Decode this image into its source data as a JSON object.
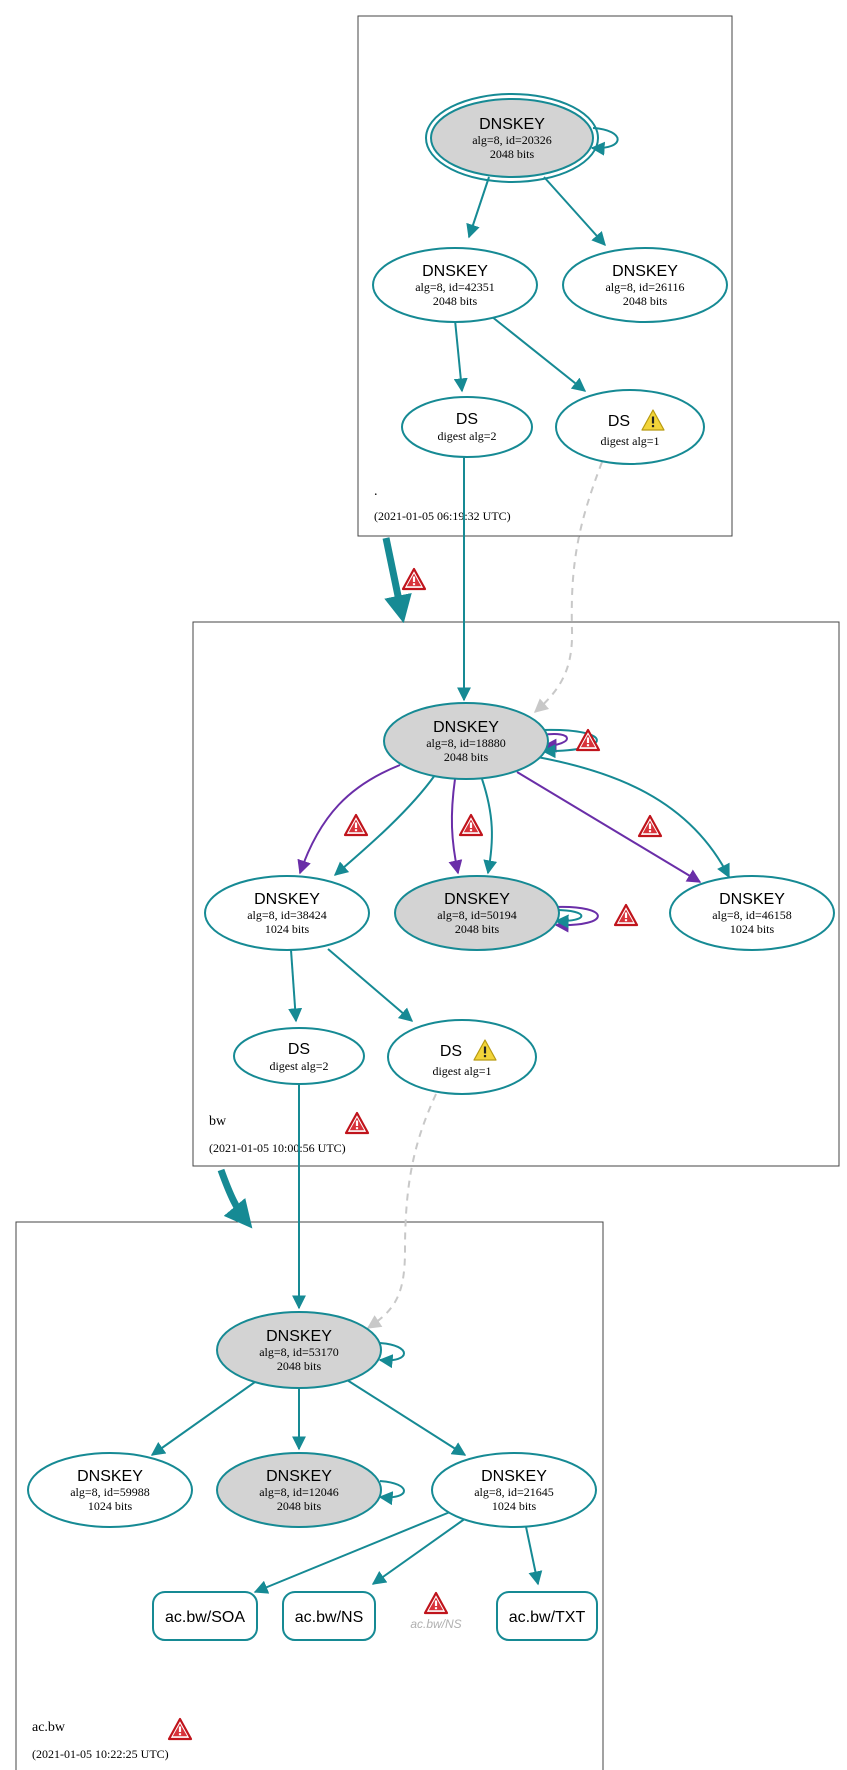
{
  "colors": {
    "teal": "#168a94",
    "purple": "#6a2ea8",
    "dashed": "#c8c8c8",
    "fill_sep": "#d3d3d3",
    "error_red": "#c0141c",
    "warn_yellow": "#f2d43a"
  },
  "zones": [
    {
      "name": ".",
      "timestamp": "(2021-01-05 06:19:32 UTC)"
    },
    {
      "name": "bw",
      "timestamp": "(2021-01-05 10:00:56 UTC)"
    },
    {
      "name": "ac.bw",
      "timestamp": "(2021-01-05 10:22:25 UTC)"
    }
  ],
  "nodes": {
    "root_ksk": {
      "title": "DNSKEY",
      "line1": "alg=8, id=20326",
      "line2": "2048 bits"
    },
    "root_zsk1": {
      "title": "DNSKEY",
      "line1": "alg=8, id=42351",
      "line2": "2048 bits"
    },
    "root_zsk2": {
      "title": "DNSKEY",
      "line1": "alg=8, id=26116",
      "line2": "2048 bits"
    },
    "root_ds2": {
      "title": "DS",
      "line1": "digest alg=2"
    },
    "root_ds1": {
      "title": "DS",
      "line1": "digest alg=1"
    },
    "bw_ksk": {
      "title": "DNSKEY",
      "line1": "alg=8, id=18880",
      "line2": "2048 bits"
    },
    "bw_zsk_a": {
      "title": "DNSKEY",
      "line1": "alg=8, id=38424",
      "line2": "1024 bits"
    },
    "bw_ksk2": {
      "title": "DNSKEY",
      "line1": "alg=8, id=50194",
      "line2": "2048 bits"
    },
    "bw_zsk_b": {
      "title": "DNSKEY",
      "line1": "alg=8, id=46158",
      "line2": "1024 bits"
    },
    "bw_ds2": {
      "title": "DS",
      "line1": "digest alg=2"
    },
    "bw_ds1": {
      "title": "DS",
      "line1": "digest alg=1"
    },
    "ac_ksk": {
      "title": "DNSKEY",
      "line1": "alg=8, id=53170",
      "line2": "2048 bits"
    },
    "ac_zsk_a": {
      "title": "DNSKEY",
      "line1": "alg=8, id=59988",
      "line2": "1024 bits"
    },
    "ac_ksk2": {
      "title": "DNSKEY",
      "line1": "alg=8, id=12046",
      "line2": "2048 bits"
    },
    "ac_zsk_b": {
      "title": "DNSKEY",
      "line1": "alg=8, id=21645",
      "line2": "1024 bits"
    }
  },
  "rrsets": {
    "soa": "ac.bw/SOA",
    "ns": "ac.bw/NS",
    "txt": "ac.bw/TXT",
    "ghost_ns": "ac.bw/NS"
  },
  "icons": {
    "error": "error-triangle-icon",
    "warning": "warning-triangle-icon"
  }
}
